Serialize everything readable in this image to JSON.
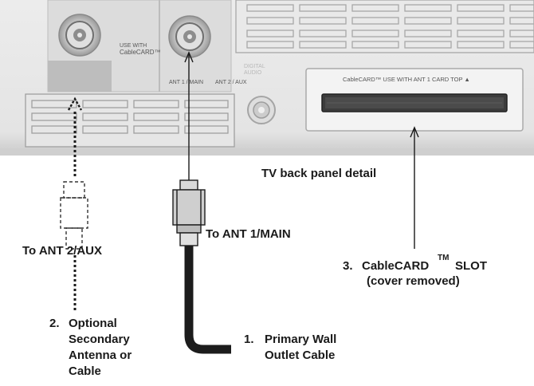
{
  "panel": {
    "faded_label_top": "",
    "use_with_label": "USE WITH",
    "cablecard_label": "CableCARD™",
    "ant_label": "ANT 1 / MAIN",
    "ant2_label": "ANT 2 / AUX",
    "digital_audio_label": "DIGITAL AUDIO",
    "slot_header": "CableCARD™ USE WITH ANT 1 CARD TOP ▲"
  },
  "callouts": {
    "tv_back_panel": "TV back panel detail",
    "to_ant2": "To ANT 2/AUX",
    "to_ant1": "To ANT 1/MAIN",
    "slot_number": "3.",
    "slot_name": "CableCARD",
    "slot_tm": "TM",
    "slot_word": "SLOT",
    "slot_note": "(cover removed)",
    "optional_number": "2.",
    "optional_lines": [
      "Optional",
      "Secondary",
      "Antenna or",
      "Cable"
    ],
    "primary_number": "1.",
    "primary_lines": [
      "Primary Wall",
      "Outlet Cable"
    ]
  }
}
